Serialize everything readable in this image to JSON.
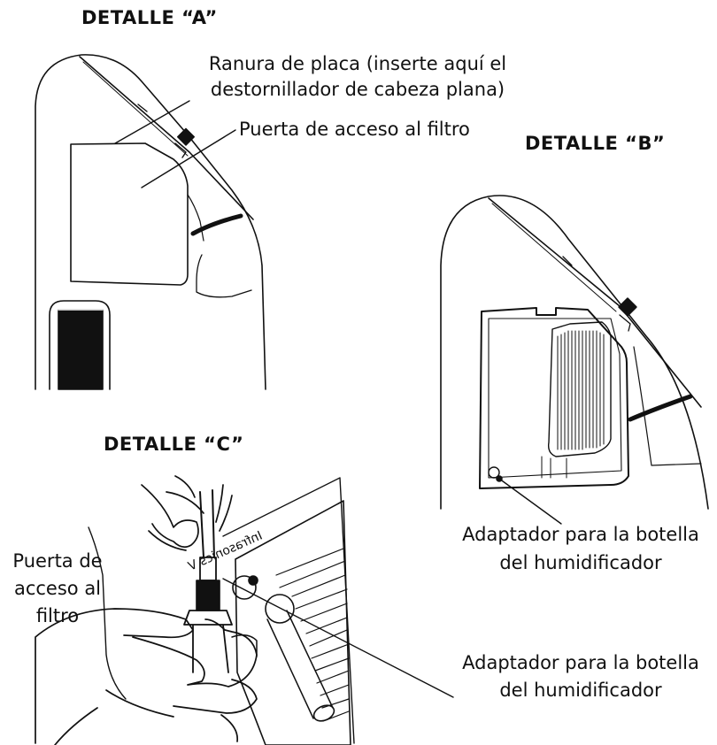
{
  "detail_a": {
    "title": "DETALLE “A”",
    "slot_label_line1": "Ranura de placa (inserte aquí el",
    "slot_label_line2": "destornillador de cabeza plana)",
    "filter_door_label": "Puerta de acceso al filtro"
  },
  "detail_b": {
    "title": "DETALLE “B”",
    "adapter_label_line1": "Adaptador para la botella",
    "adapter_label_line2": "del humidificador"
  },
  "detail_c": {
    "title": "DETALLE “C”",
    "filter_door_line1": "Puerta de",
    "filter_door_line2": "acceso al",
    "filter_door_line3": "filtro",
    "adapter_label_line1": "Adaptador para la botella",
    "adapter_label_line2": "del humidificador",
    "panel_text": "Infrasonics V"
  }
}
